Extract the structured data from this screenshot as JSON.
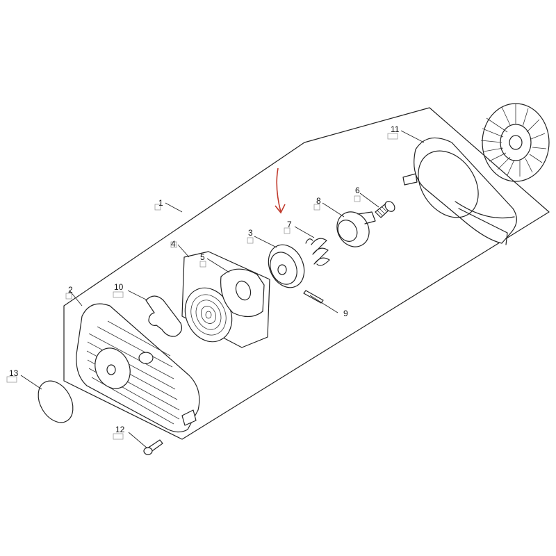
{
  "parts": [
    {
      "id": "1",
      "label": "1"
    },
    {
      "id": "2",
      "label": "2"
    },
    {
      "id": "3",
      "label": "3"
    },
    {
      "id": "4",
      "label": "4"
    },
    {
      "id": "5",
      "label": "5"
    },
    {
      "id": "6",
      "label": "6"
    },
    {
      "id": "7",
      "label": "7"
    },
    {
      "id": "8",
      "label": "8"
    },
    {
      "id": "9",
      "label": "9"
    },
    {
      "id": "10",
      "label": "10"
    },
    {
      "id": "11",
      "label": "11"
    },
    {
      "id": "12",
      "label": "12"
    },
    {
      "id": "13",
      "label": "13"
    }
  ],
  "colors": {
    "ink": "#222222",
    "arrow": "#c0392b",
    "box": "#9a9a9a"
  }
}
